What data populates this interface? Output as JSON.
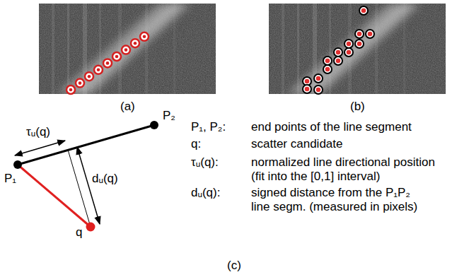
{
  "diagram": {
    "labels": [
      "(a)",
      "(b)",
      "τᵤ(q)",
      "P₁",
      "dᵤ(q)",
      "P₂",
      "q",
      "P₁, P₂:",
      "end points of the line segment",
      "q:",
      "scatter candidate",
      "τᵤ(q):",
      "normalized line directional position (fit into the [0,1] interval)",
      "dᵤ(q):",
      "signed distance from the P₁P₂ line segm. (measured in pixels)",
      "(c)"
    ]
  }
}
